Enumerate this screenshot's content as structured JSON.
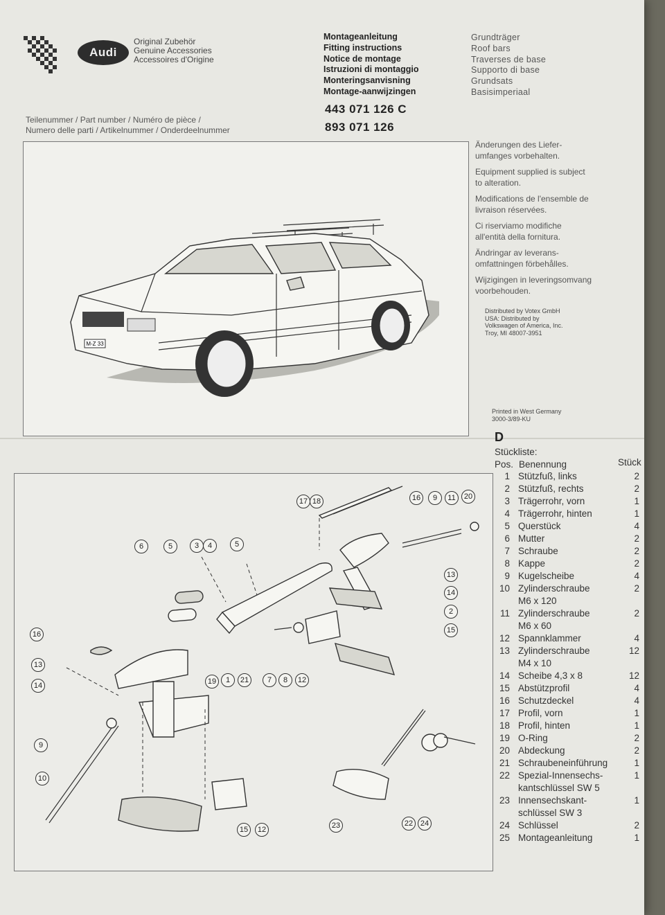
{
  "header": {
    "brand": "Audi",
    "accessory_lines": [
      "Original Zubehör",
      "Genuine Accessories",
      "Accessoires d'Origine"
    ],
    "instruction_titles": [
      "Montageanleitung",
      "Fitting instructions",
      "Notice de montage",
      "Istruzioni di montaggio",
      "Monteringsanvisning",
      "Montage-aanwijzingen"
    ],
    "product_names": [
      "Grundträger",
      "Roof bars",
      "Traverses de base",
      "Supporto di base",
      "Grundsats",
      "Basisimperiaal"
    ],
    "part_number_labels": [
      "Teilenummer / Part number / Numéro de pièce /",
      "Numero delle parti / Artikelnummer / Onderdeelnummer"
    ],
    "part_numbers": [
      "443 071 126 C",
      "893 071 126"
    ]
  },
  "notes": {
    "alteration_notice": [
      "Änderungen des Liefer-",
      "umfanges vorbehalten.",
      "Equipment supplied is subject",
      "to alteration.",
      "Modifications de l'ensemble de",
      "livraison réservées.",
      "Ci riserviamo modifiche",
      "all'entità della fornitura.",
      "Ändringar av leverans-",
      "omfattningen förbehålles.",
      "Wijzigingen in leveringsomvang",
      "voorbehouden."
    ],
    "distributor": [
      "Distributed by Votex GmbH",
      "USA: Distributed by",
      "Volkswagen of America, Inc.",
      "Troy, MI 48007-3951"
    ],
    "printed": [
      "Printed in West Germany",
      "3000-3/89-KU"
    ]
  },
  "parts_list": {
    "section": "D",
    "title": "Stückliste:",
    "col_pos": "Pos.",
    "col_name": "Benennung",
    "col_qty": "Stück",
    "items": [
      {
        "pos": "1",
        "name": "Stützfuß, links",
        "qty": "2"
      },
      {
        "pos": "2",
        "name": "Stützfuß, rechts",
        "qty": "2"
      },
      {
        "pos": "3",
        "name": "Trägerrohr, vorn",
        "qty": "1"
      },
      {
        "pos": "4",
        "name": "Trägerrohr, hinten",
        "qty": "1"
      },
      {
        "pos": "5",
        "name": "Querstück",
        "qty": "4"
      },
      {
        "pos": "6",
        "name": "Mutter",
        "qty": "2"
      },
      {
        "pos": "7",
        "name": "Schraube",
        "qty": "2"
      },
      {
        "pos": "8",
        "name": "Kappe",
        "qty": "2"
      },
      {
        "pos": "9",
        "name": "Kugelscheibe",
        "qty": "4"
      },
      {
        "pos": "10",
        "name": "Zylinderschraube",
        "qty": "2"
      },
      {
        "pos": "",
        "name": "M6 x 120",
        "qty": ""
      },
      {
        "pos": "11",
        "name": "Zylinderschraube",
        "qty": "2"
      },
      {
        "pos": "",
        "name": "M6 x 60",
        "qty": ""
      },
      {
        "pos": "12",
        "name": "Spannklammer",
        "qty": "4"
      },
      {
        "pos": "13",
        "name": "Zylinderschraube",
        "qty": "12"
      },
      {
        "pos": "",
        "name": "M4 x 10",
        "qty": ""
      },
      {
        "pos": "14",
        "name": "Scheibe 4,3 x 8",
        "qty": "12"
      },
      {
        "pos": "15",
        "name": "Abstützprofil",
        "qty": "4"
      },
      {
        "pos": "16",
        "name": "Schutzdeckel",
        "qty": "4"
      },
      {
        "pos": "17",
        "name": "Profil, vorn",
        "qty": "1"
      },
      {
        "pos": "18",
        "name": "Profil, hinten",
        "qty": "1"
      },
      {
        "pos": "19",
        "name": "O-Ring",
        "qty": "2"
      },
      {
        "pos": "20",
        "name": "Abdeckung",
        "qty": "2"
      },
      {
        "pos": "21",
        "name": "Schraubeneinführung",
        "qty": "1"
      },
      {
        "pos": "22",
        "name": "Spezial-Innensechs-",
        "qty": "1"
      },
      {
        "pos": "",
        "name": "kantschlüssel SW 5",
        "qty": ""
      },
      {
        "pos": "23",
        "name": "Innensechskant-",
        "qty": "1"
      },
      {
        "pos": "",
        "name": "schlüssel SW 3",
        "qty": ""
      },
      {
        "pos": "24",
        "name": "Schlüssel",
        "qty": "2"
      },
      {
        "pos": "25",
        "name": "Montageanleitung",
        "qty": "1"
      }
    ]
  },
  "diagram": {
    "callouts": [
      "17",
      "18",
      "16",
      "9",
      "11",
      "20",
      "6",
      "5",
      "3",
      "4",
      "5",
      "13",
      "14",
      "2",
      "15",
      "16",
      "13",
      "14",
      "19",
      "1",
      "21",
      "7",
      "8",
      "12",
      "9",
      "10",
      "15",
      "12",
      "23",
      "22",
      "24"
    ]
  },
  "car_plate": "M-Z 33"
}
